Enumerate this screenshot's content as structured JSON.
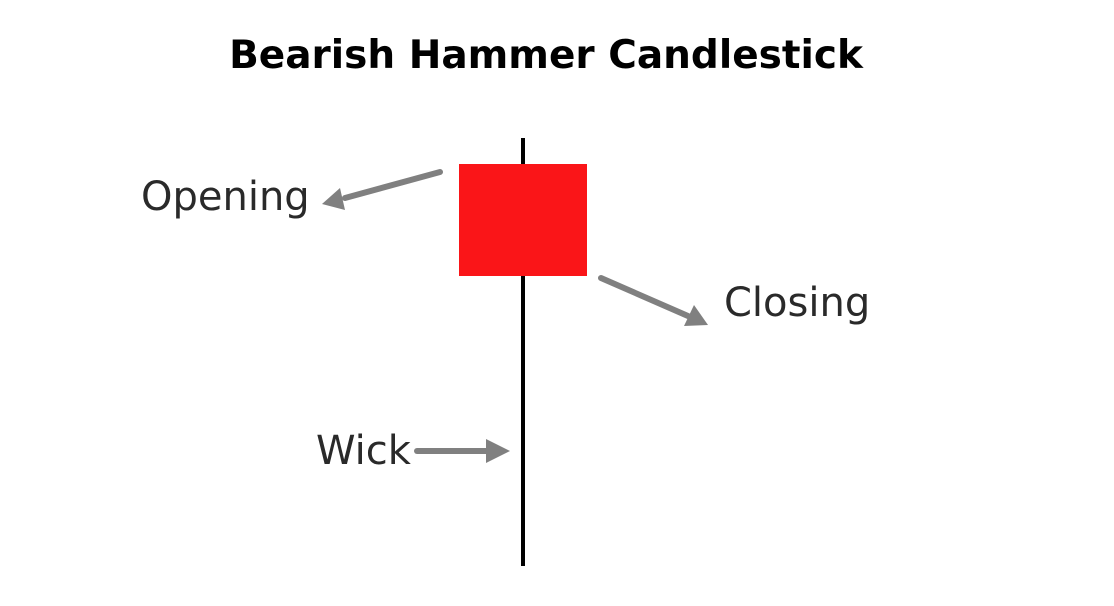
{
  "title": "Bearish Hammer Candlestick",
  "labels": {
    "opening": "Opening",
    "closing": "Closing",
    "wick": "Wick"
  },
  "colors": {
    "candle_body": "#fa1518",
    "wick": "#000000",
    "arrow": "#808080",
    "label_text": "#2a2a2a",
    "title_text": "#000000",
    "background": "#ffffff"
  }
}
